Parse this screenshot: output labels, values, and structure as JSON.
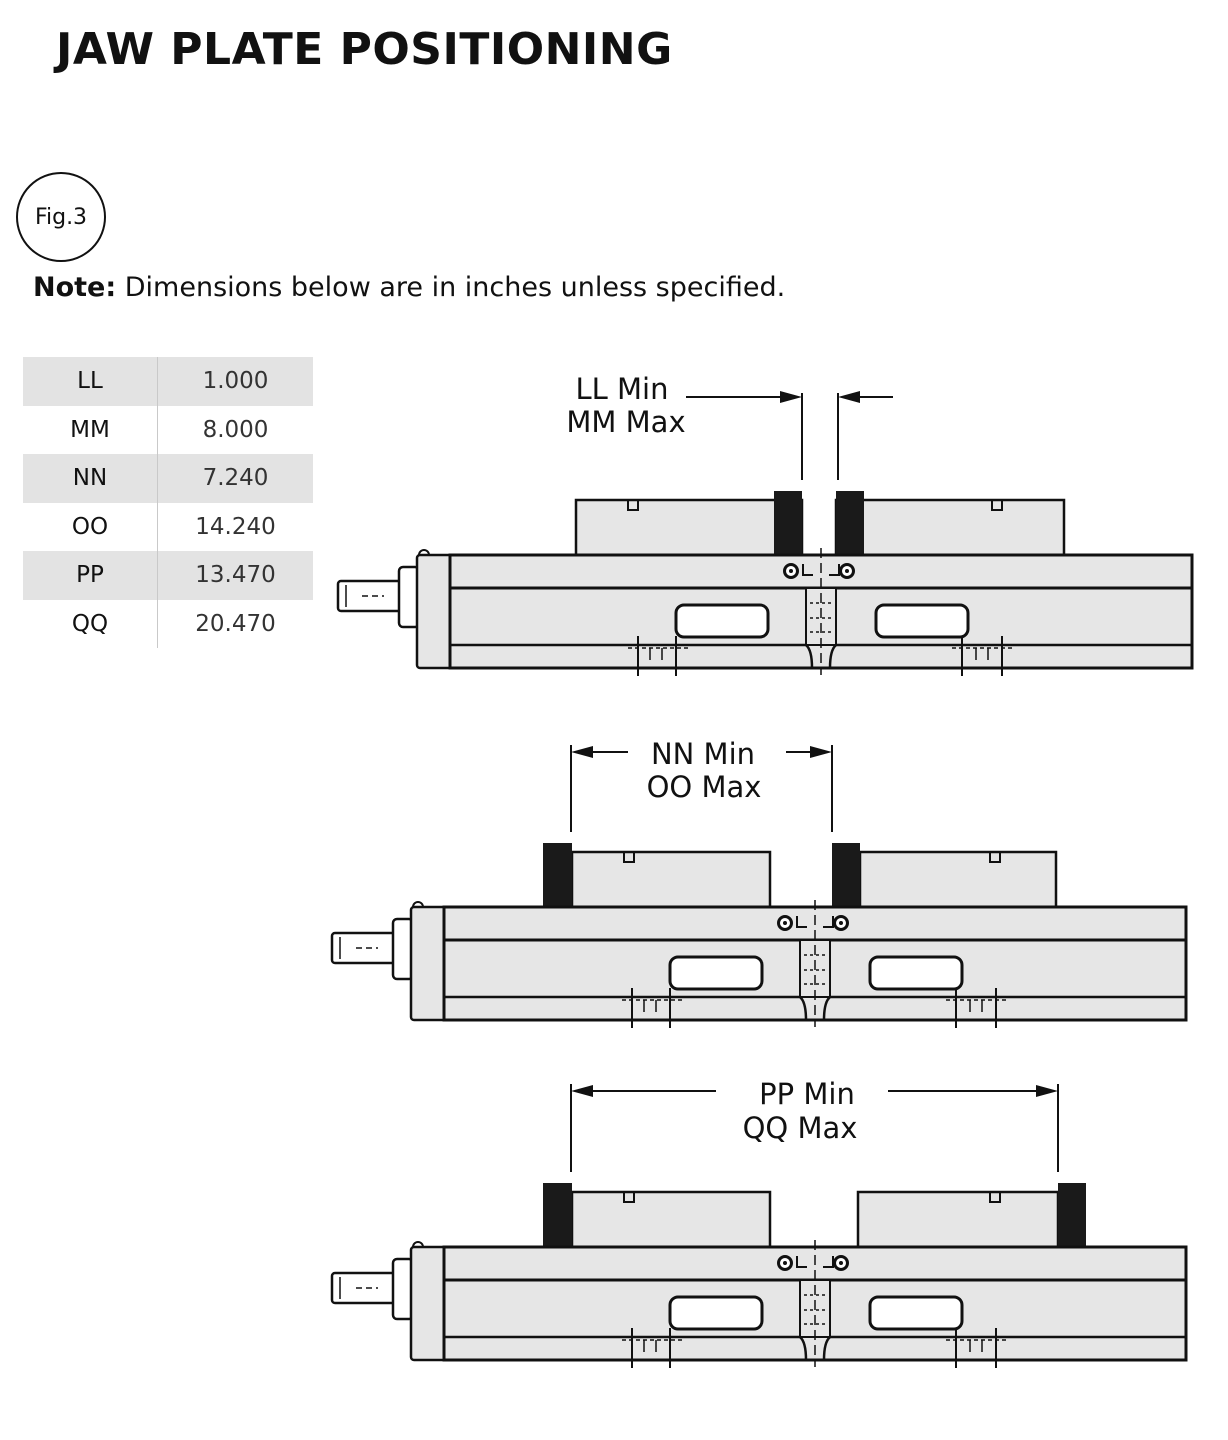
{
  "title": "JAW PLATE POSITIONING",
  "figure_label": "Fig.3",
  "note": {
    "bold": "Note:",
    "text": " Dimensions below are in inches unless specified."
  },
  "dimensions": [
    {
      "key": "LL",
      "value": "1.000"
    },
    {
      "key": "MM",
      "value": "8.000"
    },
    {
      "key": "NN",
      "value": "7.240"
    },
    {
      "key": "OO",
      "value": "14.240"
    },
    {
      "key": "PP",
      "value": "13.470"
    },
    {
      "key": "QQ",
      "value": "20.470"
    }
  ],
  "diagrams": [
    {
      "label_min": "LL Min",
      "label_max": "MM Max"
    },
    {
      "label_min": "NN Min",
      "label_max": "OO Max"
    },
    {
      "label_min": "PP Min",
      "label_max": "QQ Max"
    }
  ],
  "colors": {
    "body": "#e6e6e6",
    "outline": "#111111",
    "jaw_plate": "#1a1a1a",
    "table_shade": "#e3e3e3"
  }
}
